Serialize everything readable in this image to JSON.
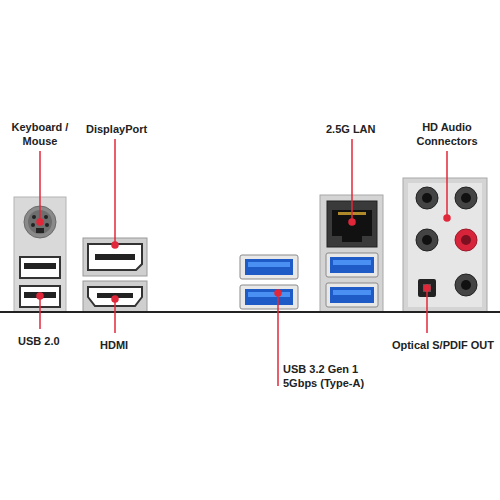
{
  "diagram": {
    "labels": [
      "Keyboard / Mouse",
      "DisplayPort",
      "2.5G LAN",
      "HD Audio Connectors",
      "USB 2.0",
      "HDMI",
      "USB 3.2 Gen 1 5Gbps (Type-A)",
      "Optical S/PDIF OUT"
    ]
  }
}
